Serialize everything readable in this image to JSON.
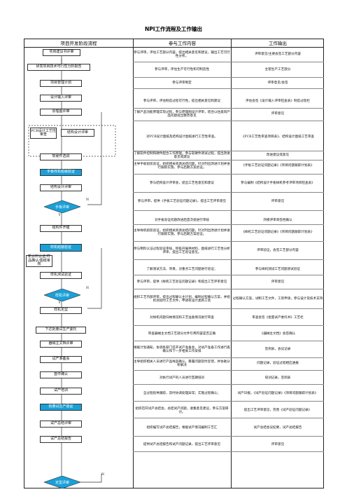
{
  "title": "NPI工作流程及工作输出",
  "headers": {
    "flow": "项目开发阶段流程",
    "content": "参与工作内容",
    "output": "工作输出"
  },
  "flow": {
    "n1": "项目建议书评审",
    "n2": "研发项目技术可行性分析报告",
    "n3": "项目管理计划",
    "n4": "设计输入评审",
    "n5": "原理图评审",
    "n6": "PCB设计工艺性审查",
    "n7": "结构设计评审",
    "n8": "软硬件选调",
    "n9": "手板样机组装验证",
    "n10": "结构设计评审",
    "d1": "手板评审",
    "d1_n": "N",
    "d1_y": "Y",
    "n11": "结构件开模",
    "n12": "样机组装验证",
    "n13": "新认料认证/样品确认/图纸审核",
    "n14": "样机测试验证",
    "d2": "样机评审",
    "d2_n": "N",
    "d2_y": "Y",
    "n15": "样机定型",
    "n16": "下达批量试生产委托",
    "n17": "器械主文档评审",
    "n18": "试产准备会",
    "n19": "首件确认",
    "n20": "试产培训",
    "n21": "批量试生产验证",
    "n22": "试产总结评审",
    "n23": "试产总结报告",
    "d3": "定型评审",
    "d3_n": "N"
  },
  "rows": [
    {
      "content": "参与评审，评估工艺部分内容，提出相关意见和建议，输出工艺可行性分析。",
      "output": "评审意见/主要会签工艺部分内容"
    },
    {
      "content": "参与评审，评估生产可行性和可制造性",
      "output": "主管生产工艺部分"
    },
    {
      "content": "参与评审制定",
      "output": "评审意见/会签"
    },
    {
      "content": "参与评审，评估制造过程可行性，提出相关意见和建议",
      "output": "评估会签《设计输入评审检查表》制造过程栏"
    },
    {
      "content": "了解产品功能原理实现过程，参与原理图设计评审，结合以往类同产品问题提出整改意见",
      "output": "评审意见"
    },
    {
      "content": "对PCB设计图纸及结构设计图纸进行工艺性审查。",
      "output": "《PCB工艺性审查项目表》、结构设计图纸工艺审查"
    },
    {
      "content": "了解软件控制和硬件配合工作原理，参与软硬件调试过程，提出改进意见或建议",
      "output": "改进建议或意见"
    },
    {
      "content": "主导手板组装验证，组织相关资源总结问题，针对列出改进计划并进行跟踪实施，参与后期方案验证。",
      "output": "《手板工艺验证问题记录》《项目问题跟踪计划表》"
    },
    {
      "content": "参与结构设计评审会，提出工艺性意见和建议",
      "output": "参与编制《结构设计手板样机参考评审项目检查表》"
    },
    {
      "content": "参与评审，提供《手板工艺验证问题记录》，提出工艺评审意见",
      "output": "评审意见"
    },
    {
      "content": "对手板验证问题改进后首次组进行审核",
      "output": "开模评审单签档确认"
    },
    {
      "content": "主导样机组装验证，组织相关资源总结问题，针对列出改进计划并进行跟踪实施，参与后期方案验证。",
      "output": "《样机工艺验证问题记录》《项目问题跟踪计划表》"
    },
    {
      "content": "参与物料认证过程验证审核，积极开展供材料，图纸进行工艺性分析评审，提出工艺验证意见。",
      "output": "评审验证，会签工艺部分内容"
    },
    {
      "content": "了解测试方法、项目，对重点工艺问题进行验证；",
      "output": "参与样机测试工艺问题测试验证"
    },
    {
      "content": "参与评审，提供《样机工艺验证问题记录》和提出工艺评审意见",
      "output": "评审意见"
    },
    {
      "content": "组织工艺内部评审，提出过程确认主计划，编制过程确认方案，并组织测验时工艺文件，申请有设计类目工装",
      "output": "过程确认方案，试制工艺文件，工装申请，参与设计及技术支持"
    },
    {
      "content": "对样机问题归纳情况和工艺准备情况进行审查",
      "output": "审查会签《批量试产委托书》工艺栏"
    },
    {
      "content": "审查器械主文档工艺部分文件引用内容是否正确",
      "output": "《器械主文档》会签确认"
    },
    {
      "content": "根据计划通知，协调各部门召开试产准备会，对试产准备工作进行再确认和下一步相关工作安排",
      "output": "签到表，会议记录"
    },
    {
      "content": "主导组织相关人员进行产品样品确认，暴露问题及时反馈，并协助分析解决",
      "output": "问题记录，验证过程相应通报"
    },
    {
      "content": "对执行试产的人员进行首期培训",
      "output": "培训记录，签到表"
    },
    {
      "content": "全过程指导跟踪，及时协调处理异常；实施过程确认；",
      "output": "试产日报，《试产验证问题记录》《项目问题跟踪计划表》"
    },
    {
      "content": "组织召开试产总结会，总结试产问题，收集意见建议，参与方案研讨。",
      "output": "提出工艺评审意见，完善《试产验证问题记录》"
    },
    {
      "content": "组织编写试产总结报告，根据试产情况编制工艺汇",
      "output": "试产总结会议纪要，试产总结报告"
    },
    {
      "content": "提供试产总结报告和试产问题记录，提出工艺评审意见",
      "output": "评审意见"
    }
  ]
}
